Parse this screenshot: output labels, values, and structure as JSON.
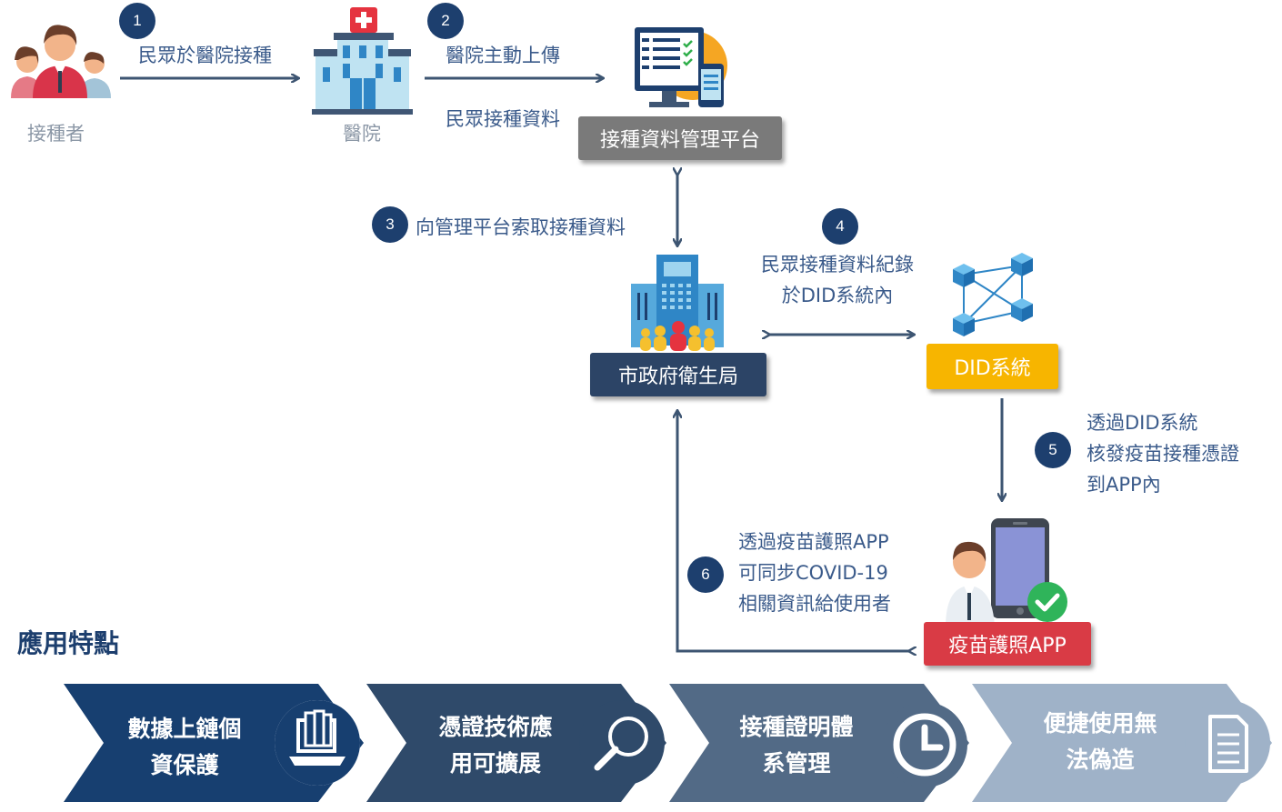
{
  "steps": {
    "s1": {
      "num": "1",
      "label": "民眾於醫院接種"
    },
    "s2": {
      "num": "2",
      "label": "醫院主動上傳",
      "sublabel": "民眾接種資料"
    },
    "s3": {
      "num": "3",
      "label": "向管理平台索取接種資料"
    },
    "s4": {
      "num": "4",
      "line1": "民眾接種資料紀錄",
      "line2": "於DID系統內"
    },
    "s5": {
      "num": "5",
      "line1": "透過DID系統",
      "line2": "核發疫苗接種憑證",
      "line3": "到APP內"
    },
    "s6": {
      "num": "6",
      "line1": "透過疫苗護照APP",
      "line2": "可同步COVID-19",
      "line3": "相關資訊給使用者"
    }
  },
  "nodes": {
    "vaccinee": "接種者",
    "hospital": "醫院",
    "platform": "接種資料管理平台",
    "bureau": "市政府衛生局",
    "did": "DID系統",
    "app": "疫苗護照APP"
  },
  "features": {
    "title": "應用特點",
    "items": [
      {
        "text": "數據上鏈個\n資保護",
        "icon": "laptop-files-icon"
      },
      {
        "text": "憑證技術應\n用可擴展",
        "icon": "magnifier-icon"
      },
      {
        "text": "接種證明體\n系管理",
        "icon": "clock-icon"
      },
      {
        "text": "便捷使用無\n法偽造",
        "icon": "document-icon"
      }
    ]
  },
  "colors": {
    "navy": "#1d3f6e",
    "arrow": "#3d5572",
    "platform_gray": "#7a7a7a",
    "bureau_dark": "#2c4466",
    "did_yellow": "#f7b500",
    "app_red": "#d93b45",
    "banner1": "#173f70",
    "banner2": "#2f4a6a",
    "banner3": "#526a86",
    "banner4": "#9fb2c8"
  }
}
